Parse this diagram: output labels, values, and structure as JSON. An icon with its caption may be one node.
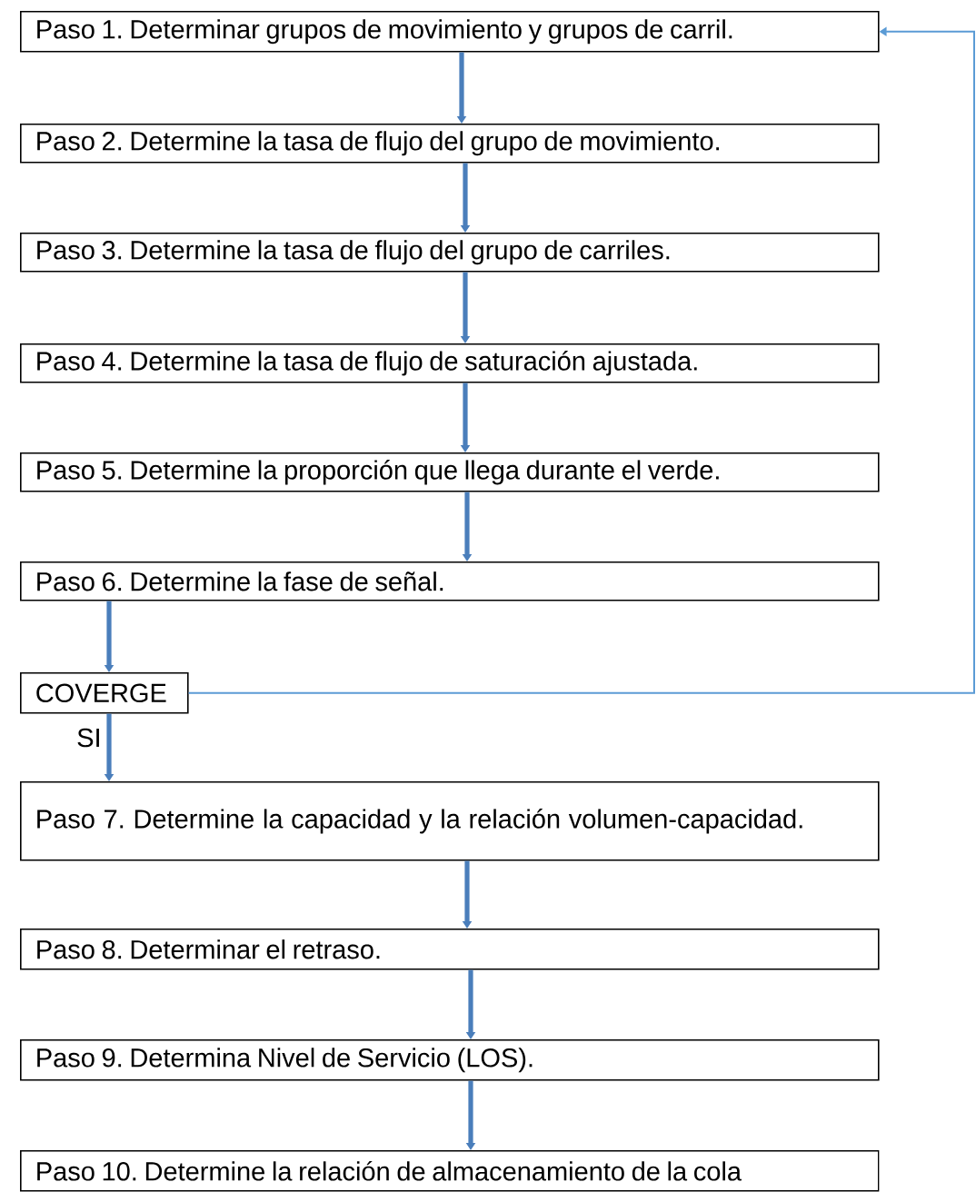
{
  "diagram": {
    "nodes": [
      {
        "text": [
          "Paso 1. Determinar grupos de movimiento y grupos de carril."
        ]
      },
      {
        "text": [
          "Paso 2. Determine la tasa de flujo del grupo de movimiento."
        ]
      },
      {
        "text": [
          "Paso 3. Determine la tasa de flujo del grupo de carriles."
        ]
      },
      {
        "text": [
          "Paso 4. Determine la tasa de flujo de saturación ajustada."
        ]
      },
      {
        "text": [
          "Paso 5. Determine la proporción que llega durante el verde."
        ]
      },
      {
        "text": [
          "Paso 6. Determine la fase de señal."
        ]
      },
      {
        "text": [
          "COVERGE"
        ]
      },
      {
        "text": [
          "Paso 7. Determine la capacidad y la relación volumen-capacidad."
        ]
      },
      {
        "text": [
          "Paso 8. Determinar el retraso."
        ]
      },
      {
        "text": [
          "Paso 9. Determina Nivel de Servicio (LOS)."
        ]
      },
      {
        "text": [
          "Paso 10. Determine la relación de almacenamiento de la cola"
        ]
      }
    ],
    "edges": [
      {
        "from": 0,
        "to": 1,
        "arrow": "to"
      },
      {
        "from": 1,
        "to": 2,
        "arrow": "to"
      },
      {
        "from": 2,
        "to": 3,
        "arrow": "to"
      },
      {
        "from": 3,
        "to": 4,
        "arrow": "to"
      },
      {
        "from": 4,
        "to": 5,
        "arrow": "to"
      },
      {
        "from": 5,
        "to": 6,
        "arrow": "to"
      },
      {
        "from": 6,
        "to": 7,
        "arrow": "to",
        "label": "SI"
      },
      {
        "from": 7,
        "to": 8,
        "arrow": "to"
      },
      {
        "from": 8,
        "to": 9,
        "arrow": "to"
      },
      {
        "from": 9,
        "to": 10,
        "arrow": "to"
      },
      {
        "from": 6,
        "to": 0,
        "arrow": "to",
        "color": "#5b9bd5"
      }
    ]
  }
}
